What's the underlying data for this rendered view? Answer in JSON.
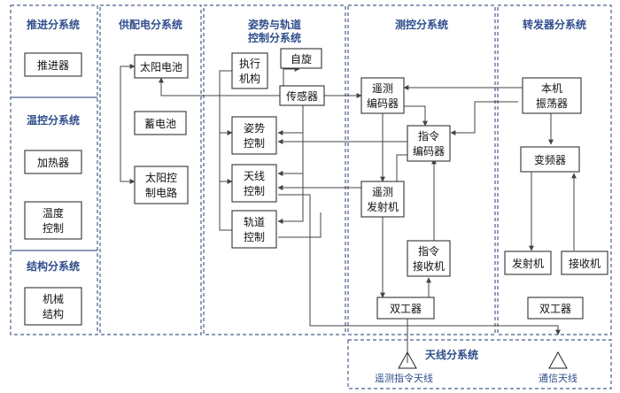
{
  "sections": {
    "propulsion": "推进分系统",
    "thermal": "温控分系统",
    "structure": "结构分系统",
    "power": "供配电分系统",
    "attitude_line1": "姿势与轨道",
    "attitude_line2": "控制分系统",
    "ttc": "测控分系统",
    "transponder": "转发器分系统",
    "antenna": "天线分系统"
  },
  "boxes": {
    "thruster": "推进器",
    "heater": "加热器",
    "temp_ctrl_1": "温度",
    "temp_ctrl_2": "控制",
    "mech_1": "机械",
    "mech_2": "结构",
    "solar_array": "太阳电池",
    "battery": "蓄电池",
    "solar_ctrl_1": "太阳控",
    "solar_ctrl_2": "制电路",
    "actuator_1": "执行",
    "actuator_2": "机构",
    "spin": "自旋",
    "sensor": "传感器",
    "attitude_1": "姿势",
    "attitude_2": "控制",
    "antenna_ctrl_1": "天线",
    "antenna_ctrl_2": "控制",
    "orbit_1": "轨道",
    "orbit_2": "控制",
    "tm_encoder_1": "遥测",
    "tm_encoder_2": "编码器",
    "cmd_encoder_1": "指令",
    "cmd_encoder_2": "编码器",
    "tm_tx_1": "遥测",
    "tm_tx_2": "发射机",
    "cmd_rx_1": "指令",
    "cmd_rx_2": "接收机",
    "diplexer_ttc": "双工器",
    "local_osc_1": "本机",
    "local_osc_2": "振荡器",
    "freq_conv": "变频器",
    "transmitter": "发射机",
    "receiver": "接收机",
    "diplexer_tr": "双工器"
  },
  "antennas": {
    "ttc": "遥测指令天线",
    "comm": "通信天线"
  },
  "colors": {
    "frame": "#4a5f8c",
    "section_title": "#2f4e8c",
    "box_stroke": "#333333",
    "edge": "#444444"
  }
}
